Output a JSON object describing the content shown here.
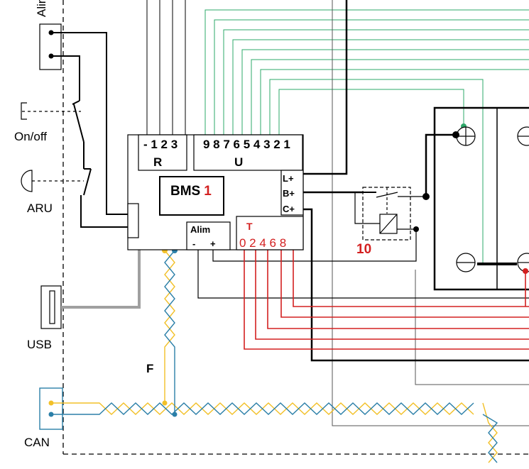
{
  "colors": {
    "wire": "#000000",
    "signal_green": "#2ea86a",
    "sensor_red": "#d32020",
    "can_high": "#f2c028",
    "can_low": "#2b7fa8",
    "usb_grey": "#a0a0a0",
    "frame_grey": "#555555"
  },
  "labels": {
    "alim_side": "Alim",
    "on_off": "On/off",
    "aru": "ARU",
    "usb": "USB",
    "can": "CAN",
    "f": "F"
  },
  "bms": {
    "title": "BMS",
    "number": "1",
    "r_pins": "-  1 2 3",
    "r_label": "R",
    "u_pins": "9 8 7 6 5 4 3 2 1",
    "u_label": "U",
    "l_plus": "L+",
    "b_plus": "B+",
    "c_plus": "C+",
    "alim": "Alim",
    "alim_minus": "-",
    "alim_plus": "+",
    "t_label": "T",
    "t_pins": "0 2 4 6 8"
  },
  "relay": {
    "number": "10"
  }
}
